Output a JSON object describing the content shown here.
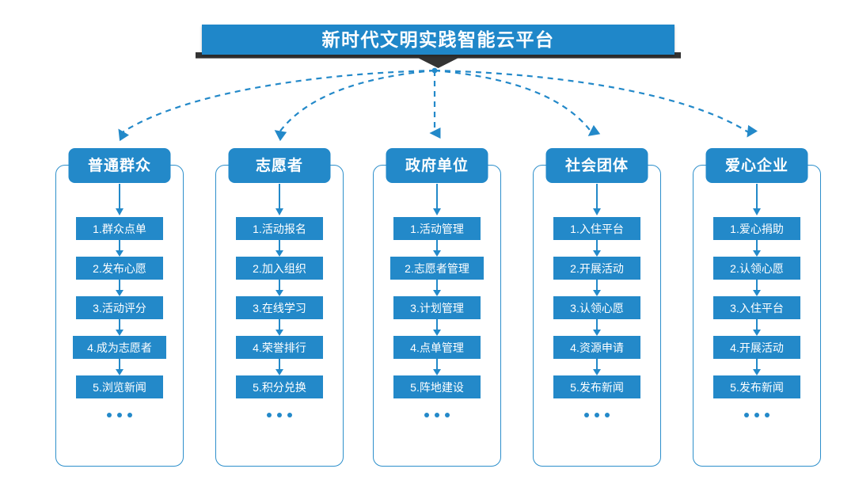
{
  "title": {
    "text": "新时代文明实践智能云平台",
    "bar_color": "#1f87c9",
    "ribbon_color": "#333333"
  },
  "theme": {
    "accent": "#2389c9",
    "outline": "#2d8fcb",
    "background": "#ffffff",
    "connector": "#2389c9"
  },
  "ellipsis_label": "more-items",
  "columns": [
    {
      "header": "普通群众",
      "items": [
        "1.群众点单",
        "2.发布心愿",
        "3.活动评分",
        "4.成为志愿者",
        "5.浏览新闻"
      ]
    },
    {
      "header": "志愿者",
      "items": [
        "1.活动报名",
        "2.加入组织",
        "3.在线学习",
        "4.荣誉排行",
        "5.积分兑换"
      ]
    },
    {
      "header": "政府单位",
      "items": [
        "1.活动管理",
        "2.志愿者管理",
        "3.计划管理",
        "4.点单管理",
        "5.阵地建设"
      ]
    },
    {
      "header": "社会团体",
      "items": [
        "1.入住平台",
        "2.开展活动",
        "3.认领心愿",
        "4.资源申请",
        "5.发布新闻"
      ]
    },
    {
      "header": "爱心企业",
      "items": [
        "1.爱心捐助",
        "2.认领心愿",
        "3.入住平台",
        "4.开展活动",
        "5.发布新闻"
      ]
    }
  ]
}
